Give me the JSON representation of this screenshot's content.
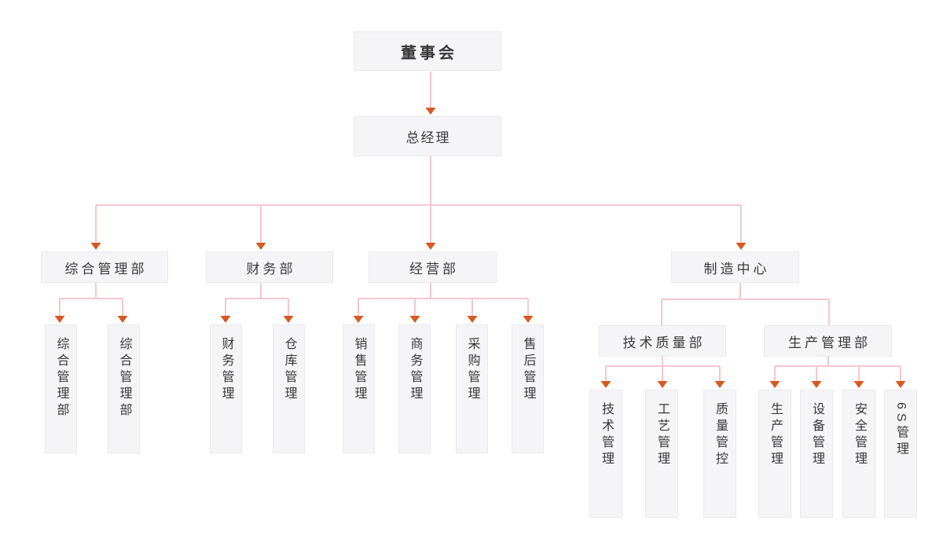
{
  "org": {
    "level1": {
      "board": "董事会"
    },
    "level2": {
      "general_manager": "总经理"
    },
    "level3": {
      "general_admin": "综合管理部",
      "finance": "财务部",
      "operations": "经营部",
      "manufacturing": "制造中心"
    },
    "level4": {
      "general_admin_children": [
        "综合管理部",
        "综合管理部"
      ],
      "finance_children": [
        "财务管理",
        "仓库管理"
      ],
      "operations_children": [
        "销售管理",
        "商务管理",
        "采购管理",
        "售后管理"
      ],
      "manufacturing_children": [
        "技术质量部",
        "生产管理部"
      ]
    },
    "level5": {
      "tech_quality_children": [
        "技术管理",
        "工艺管理",
        "质量管控"
      ],
      "production_children": [
        "生产管理",
        "设备管理",
        "安全管理",
        "6S管理"
      ]
    }
  },
  "colors": {
    "node_bg": "#f5f5f7",
    "node_border": "#e9e9ec",
    "text": "#383838",
    "connector_line": "#f4c7cd",
    "arrowhead": "#d75920"
  }
}
